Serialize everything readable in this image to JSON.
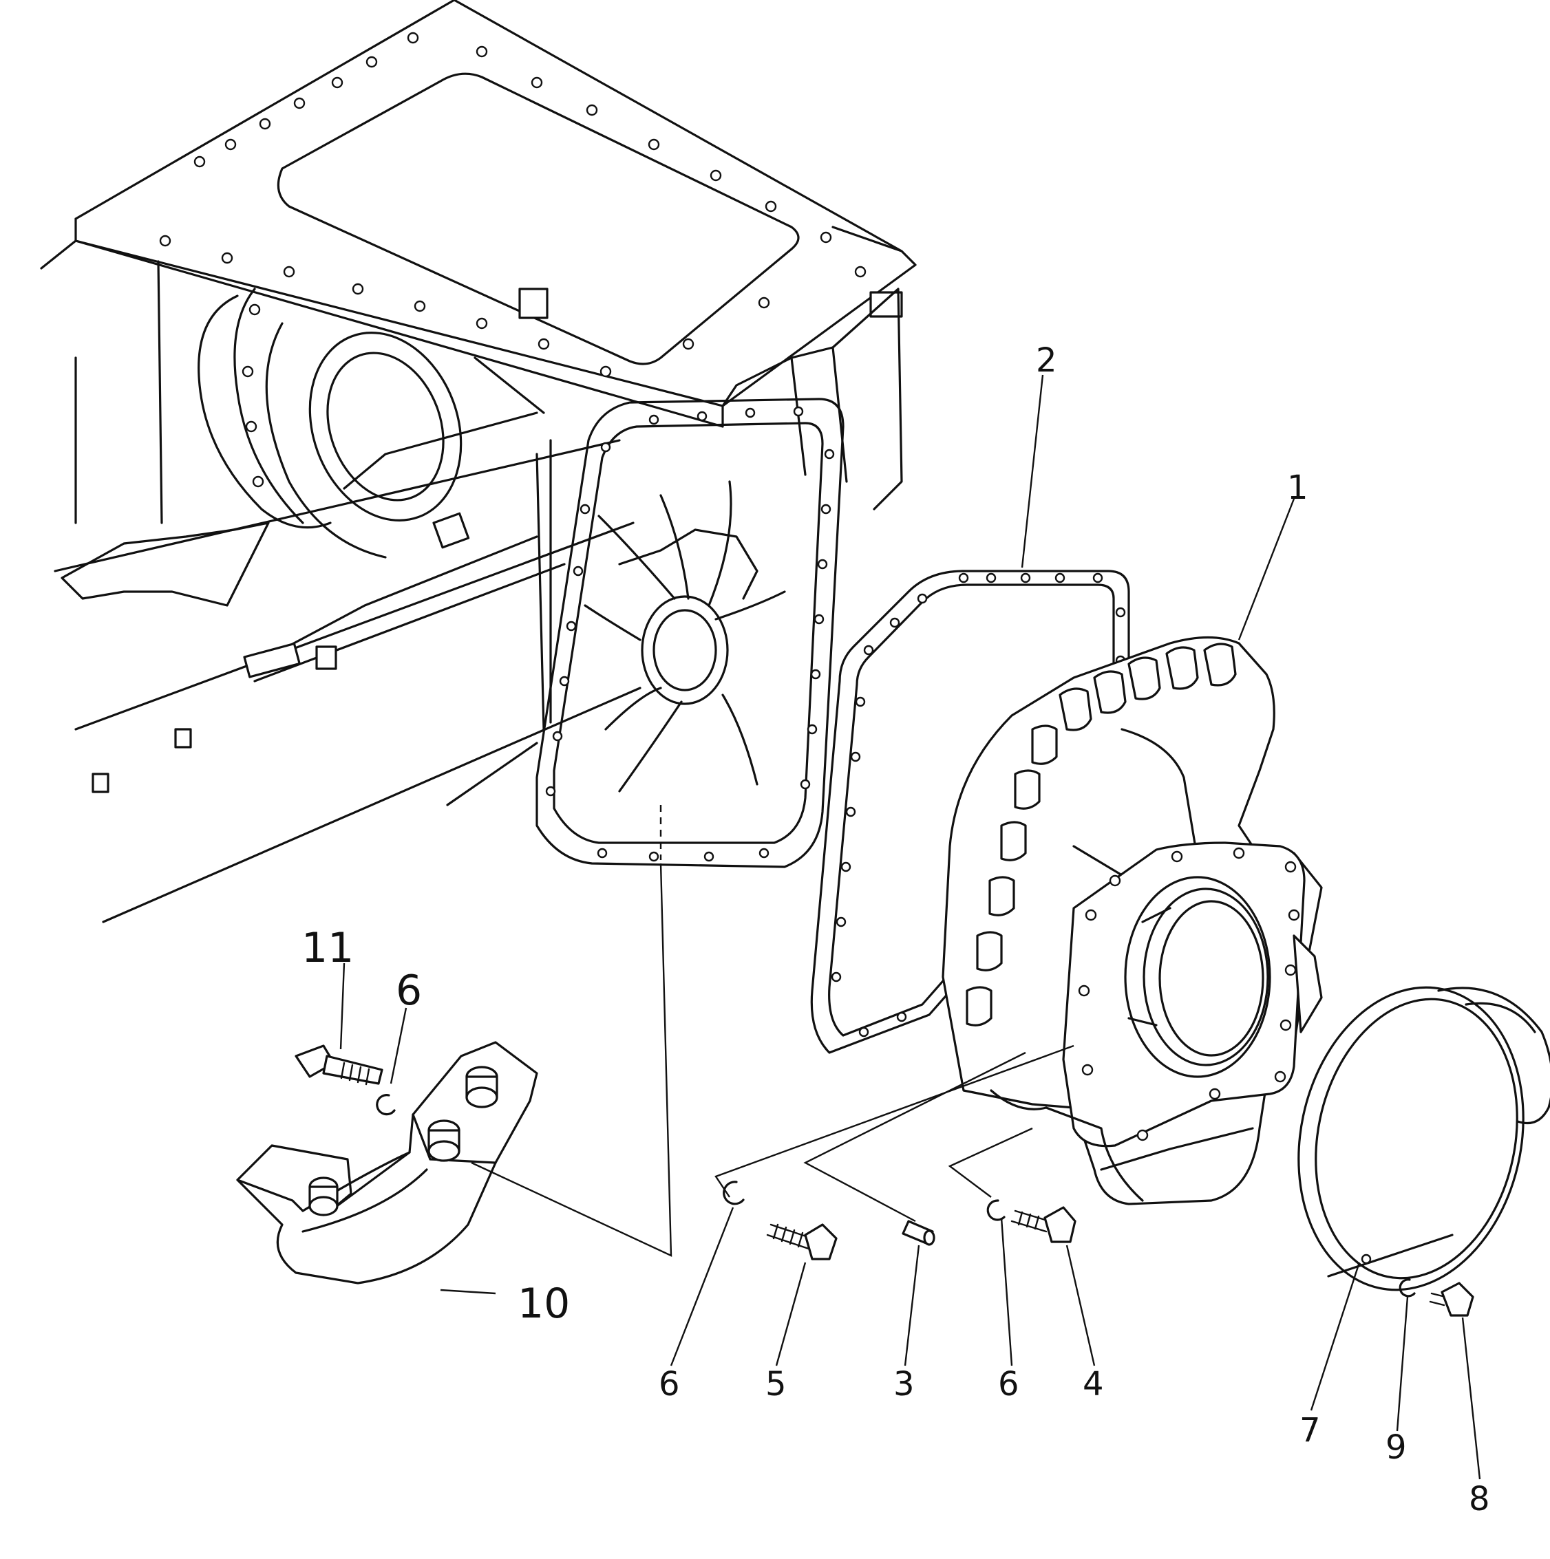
{
  "callouts": [
    {
      "id": "c1",
      "label": "1"
    },
    {
      "id": "c2",
      "label": "2"
    },
    {
      "id": "c3",
      "label": "3"
    },
    {
      "id": "c4",
      "label": "4"
    },
    {
      "id": "c5",
      "label": "5"
    },
    {
      "id": "c6a",
      "label": "6"
    },
    {
      "id": "c6b",
      "label": "6"
    },
    {
      "id": "c6c",
      "label": "6"
    },
    {
      "id": "c7",
      "label": "7"
    },
    {
      "id": "c8",
      "label": "8"
    },
    {
      "id": "c9",
      "label": "9"
    },
    {
      "id": "c10",
      "label": "10"
    },
    {
      "id": "c11",
      "label": "11"
    }
  ],
  "colors": {
    "ink": "#111111",
    "paper": "#ffffff"
  }
}
